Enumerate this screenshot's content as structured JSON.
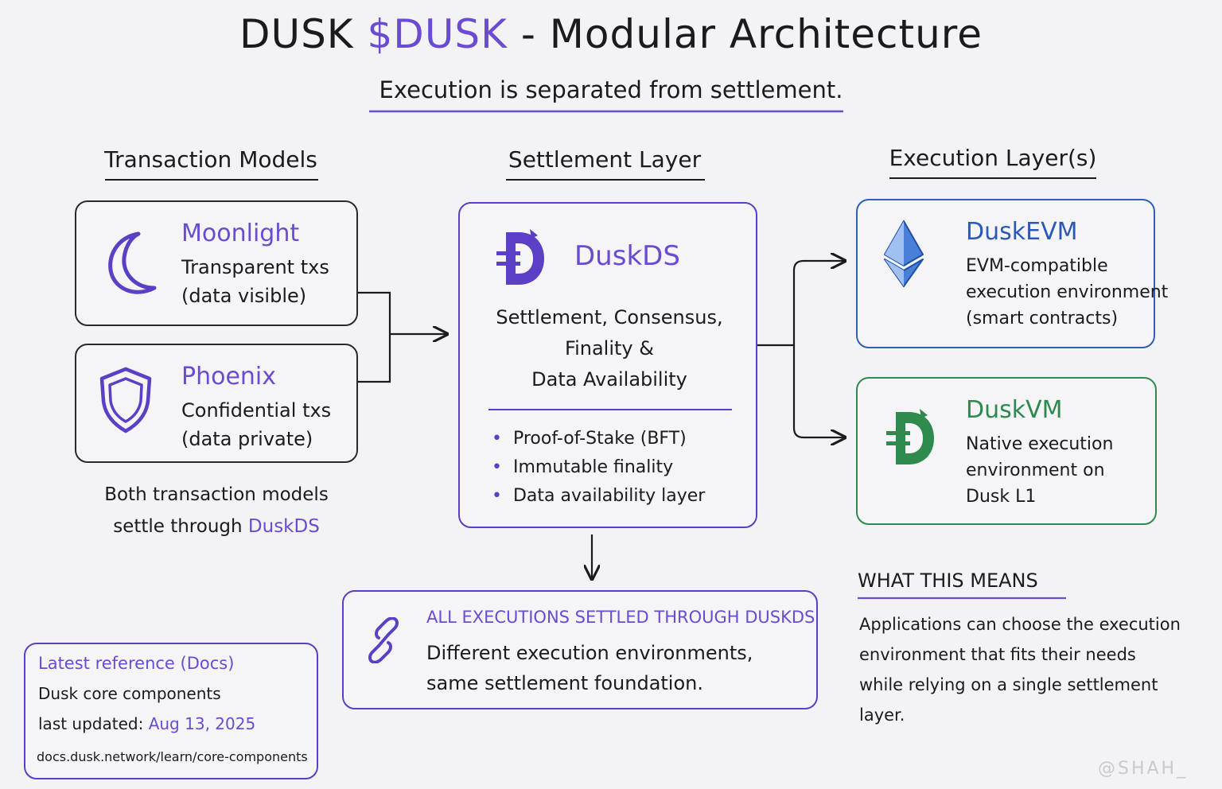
{
  "header": {
    "title_prefix": "DUSK",
    "title_ticker": "$DUSK",
    "title_suffix": "- Modular Architecture",
    "subtitle": "Execution is separated from settlement."
  },
  "columns": {
    "left": "Transaction Models",
    "center": "Settlement Layer",
    "right": "Execution Layer(s)"
  },
  "transaction_models": [
    {
      "name": "Moonlight",
      "line1": "Transparent txs",
      "line2": "(data visible)",
      "icon": "moon-icon"
    },
    {
      "name": "Phoenix",
      "line1": "Confidential txs",
      "line2": "(data private)",
      "icon": "shield-icon"
    }
  ],
  "models_note": {
    "line1": "Both transaction models",
    "line2_prefix": "settle through",
    "line2_highlight": "DuskDS"
  },
  "settlement": {
    "name": "DuskDS",
    "icon": "dusk-logo-icon",
    "desc_line1": "Settlement, Consensus,",
    "desc_line2": "Finality &",
    "desc_line3": "Data Availability",
    "bullets": [
      "Proof-of-Stake (BFT)",
      "Immutable finality",
      "Data availability layer"
    ]
  },
  "execution_layers": [
    {
      "name": "DuskEVM",
      "lines": [
        "EVM-compatible",
        "execution environment",
        "(smart contracts)"
      ],
      "icon": "ethereum-icon",
      "color": "#2f5fb8"
    },
    {
      "name": "DuskVM",
      "lines": [
        "Native execution",
        "environment on",
        "Dusk L1"
      ],
      "icon": "dusk-logo-icon",
      "color": "#2f8a4e"
    }
  ],
  "all_executions": {
    "heading": "ALL EXECUTIONS SETTLED THROUGH DUSKDS",
    "line1": "Different execution environments,",
    "line2": "same settlement foundation.",
    "icon": "link-icon"
  },
  "what_this_means": {
    "heading": "WHAT THIS MEANS",
    "lines": [
      "Applications can choose the execution",
      "environment that fits their needs",
      "while relying on a single settlement",
      "layer."
    ]
  },
  "reference": {
    "heading": "Latest reference (Docs)",
    "line1": "Dusk core components",
    "updated_label": "last updated:",
    "updated_date": "Aug 13, 2025",
    "url": "docs.dusk.network/learn/core-components"
  },
  "watermark": "@SHAH_",
  "colors": {
    "accent_purple": "#6a4bd1",
    "evm_blue": "#2f5fb8",
    "vm_green": "#2f8a4e",
    "ink": "#1b1b1f"
  }
}
